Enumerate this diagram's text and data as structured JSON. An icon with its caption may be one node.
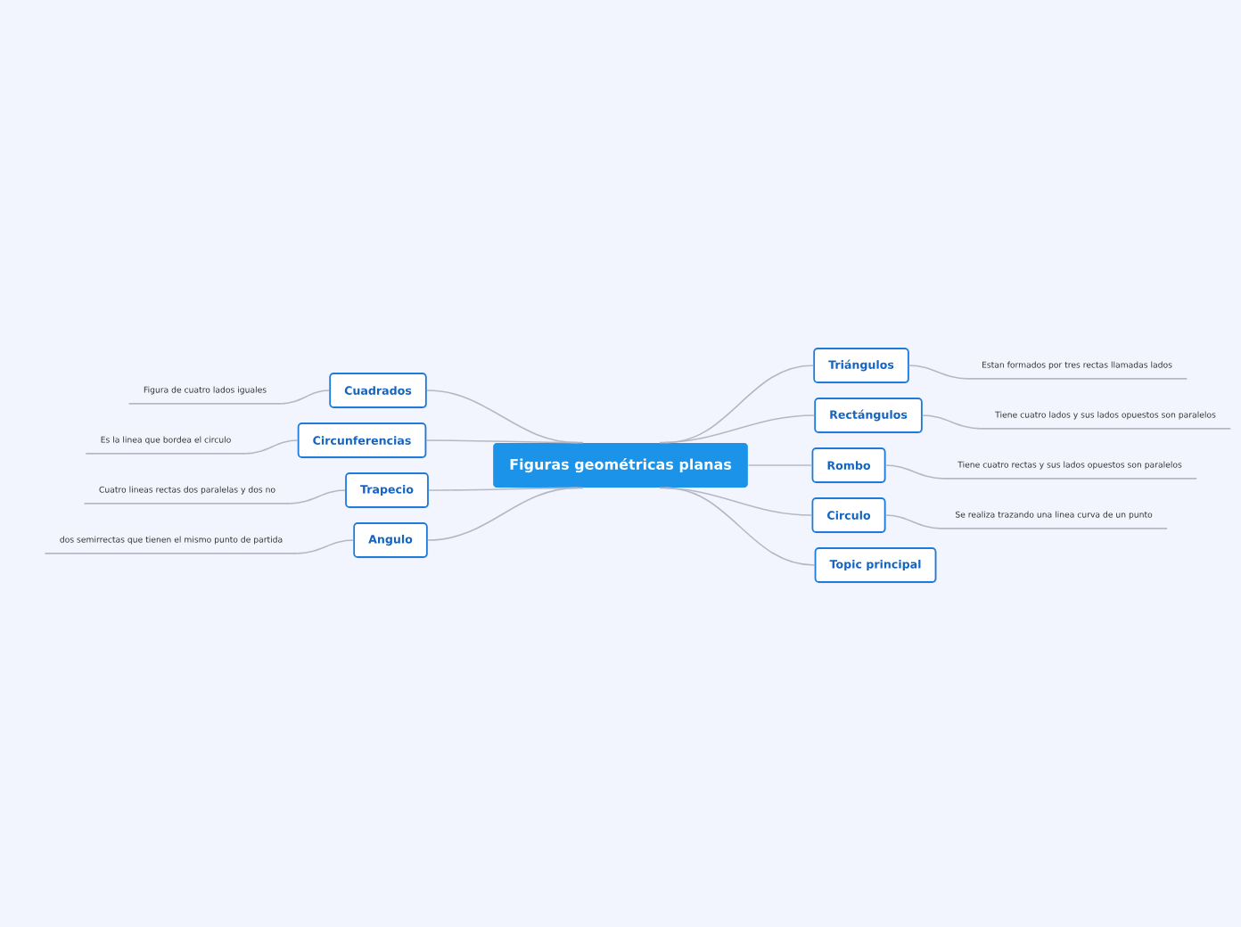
{
  "diagram": {
    "nodes": [
      {
        "text": [
          "Figuras geométricas planas"
        ]
      },
      {
        "text": [
          "Triángulos"
        ]
      },
      {
        "text": [
          "Rectángulos"
        ]
      },
      {
        "text": [
          "Rombo"
        ]
      },
      {
        "text": [
          "Circulo"
        ]
      },
      {
        "text": [
          "Topic principal"
        ]
      },
      {
        "text": [
          "Cuadrados"
        ]
      },
      {
        "text": [
          "Circunferencias"
        ]
      },
      {
        "text": [
          "Trapecio"
        ]
      },
      {
        "text": [
          "Angulo"
        ]
      },
      {
        "text": [
          "Estan formados por tres rectas llamadas lados"
        ]
      },
      {
        "text": [
          "Tiene cuatro lados y sus lados opuestos son paralelos"
        ]
      },
      {
        "text": [
          "Tiene cuatro rectas y sus lados opuestos son paralelos"
        ]
      },
      {
        "text": [
          "Se realiza trazando una linea curva de un punto"
        ]
      },
      {
        "text": [
          "Figura de cuatro lados iguales"
        ]
      },
      {
        "text": [
          "Es la linea que bordea el circulo"
        ]
      },
      {
        "text": [
          "Cuatro lineas rectas dos paralelas y dos no"
        ]
      },
      {
        "text": [
          "dos semirrectas que tienen el mismo punto de partida"
        ]
      }
    ],
    "edges": [
      {
        "from": 0,
        "to": 1,
        "arrow": "none"
      },
      {
        "from": 0,
        "to": 2,
        "arrow": "none"
      },
      {
        "from": 0,
        "to": 3,
        "arrow": "none"
      },
      {
        "from": 0,
        "to": 4,
        "arrow": "none"
      },
      {
        "from": 0,
        "to": 5,
        "arrow": "none"
      },
      {
        "from": 0,
        "to": 6,
        "arrow": "none"
      },
      {
        "from": 0,
        "to": 7,
        "arrow": "none"
      },
      {
        "from": 0,
        "to": 8,
        "arrow": "none"
      },
      {
        "from": 0,
        "to": 9,
        "arrow": "none"
      },
      {
        "from": 1,
        "to": 10,
        "arrow": "none"
      },
      {
        "from": 2,
        "to": 11,
        "arrow": "none"
      },
      {
        "from": 3,
        "to": 12,
        "arrow": "none"
      },
      {
        "from": 4,
        "to": 13,
        "arrow": "none"
      },
      {
        "from": 6,
        "to": 14,
        "arrow": "none"
      },
      {
        "from": 7,
        "to": 15,
        "arrow": "none"
      },
      {
        "from": 8,
        "to": 16,
        "arrow": "none"
      },
      {
        "from": 9,
        "to": 17,
        "arrow": "none"
      }
    ]
  }
}
